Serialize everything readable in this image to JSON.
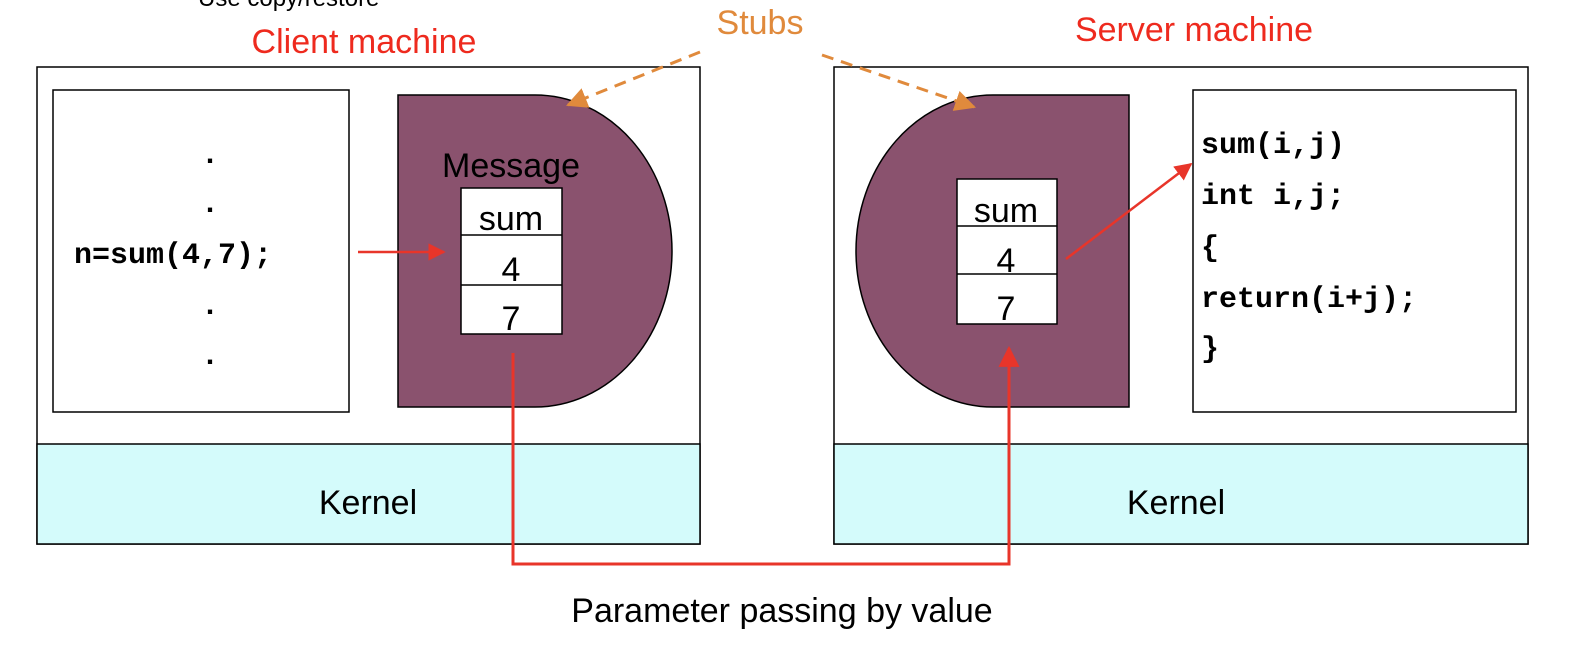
{
  "top_cut_text": "Use copy/restore",
  "stubs_label": "Stubs",
  "client": {
    "title": "Client machine",
    "code_lines": [
      ".",
      ".",
      "n=sum(4,7);",
      ".",
      "."
    ],
    "message_label": "Message",
    "message_fields": [
      "sum",
      "4",
      "7"
    ],
    "kernel_label": "Kernel"
  },
  "server": {
    "title": "Server machine",
    "message_fields": [
      "sum",
      "4",
      "7"
    ],
    "code_lines": [
      "sum(i,j)",
      "int i,j;",
      "{",
      "return(i+j);",
      "}"
    ],
    "kernel_label": "Kernel"
  },
  "caption": "Parameter passing by value",
  "colors": {
    "title_red": "#ee2a1e",
    "stubs_orange": "#e08a3c",
    "arrow_red": "#e8352a",
    "stub_fill": "#8a526e",
    "kernel_fill": "#d4fbfb",
    "stroke": "#000000"
  }
}
